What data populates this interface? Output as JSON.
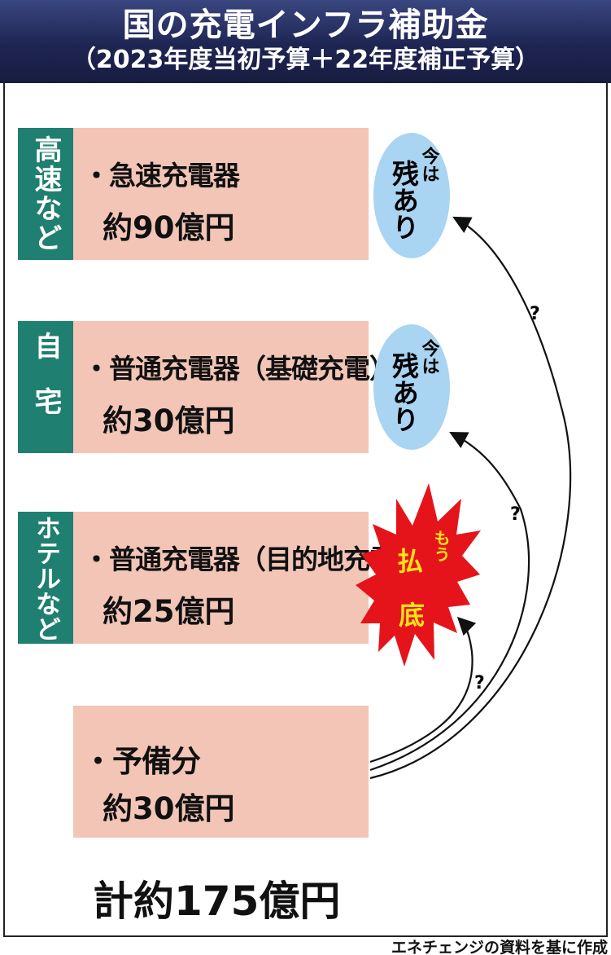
{
  "header": {
    "title": "国の充電インフラ補助金",
    "subtitle": "（2023年度当初予算＋22年度補正予算）"
  },
  "rows": [
    {
      "tag": "高速など",
      "item": "・急速充電器",
      "amount": "約90億円",
      "status": "今は残あり"
    },
    {
      "tag": "自宅",
      "item": "・普通充電器（基礎充電）",
      "amount": "約30億円",
      "status": "今は残あり"
    },
    {
      "tag": "ホテルなど",
      "item": "・普通充電器（目的地充電）",
      "amount": "約25億円",
      "status": "もう払底"
    }
  ],
  "status_labels": {
    "remain_small": "今は",
    "remain_big": "残あり",
    "depleted_small": "もう",
    "depleted_big1": "払",
    "depleted_big2": "底"
  },
  "reserve": {
    "item": "・予備分",
    "amount": "約30億円"
  },
  "arrow_label": "?",
  "total": "計約175億円",
  "source": "エネチェンジの資料を基に作成",
  "colors": {
    "header": "#1e2552",
    "tag": "#1f7f70",
    "box": "#f2c5b6",
    "bubble": "#a9d4f2",
    "burst": "#e5141b",
    "burst_text": "#ffe21a"
  }
}
